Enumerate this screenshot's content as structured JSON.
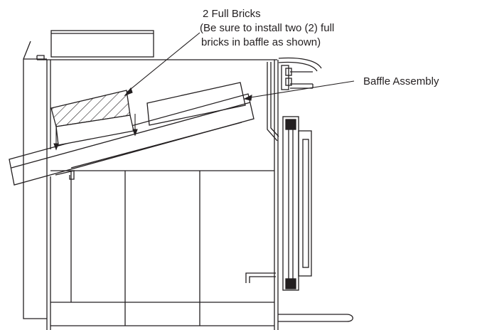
{
  "labels": {
    "bricks_title": "2 Full Bricks",
    "bricks_note_line1": "(Be sure to install two (2) full",
    "bricks_note_line2": "bricks in baffle as shown)",
    "baffle": "Baffle Assembly"
  },
  "colors": {
    "ink": "#231f20",
    "background": "#ffffff"
  }
}
